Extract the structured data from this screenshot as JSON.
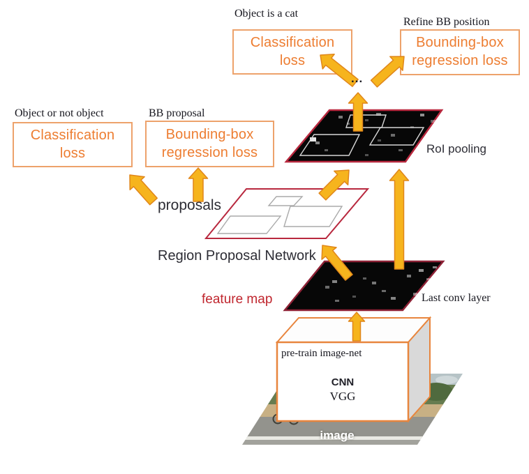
{
  "diagram": {
    "top_branch": {
      "classification_caption": "Object is a cat",
      "classification_box": "Classification\nloss",
      "bbox_caption": "Refine BB position",
      "bbox_box": "Bounding-box\nregression loss",
      "ellipsis": "..."
    },
    "rpn_branch": {
      "classification_caption": "Object or not object",
      "classification_box": "Classification\nloss",
      "bbox_caption": "BB proposal",
      "bbox_box": "Bounding-box\nregression loss",
      "proposals_label": "proposals",
      "rpn_label": "Region Proposal Network"
    },
    "roi_pooling_label": "RoI pooling",
    "feature_map_label": "feature map",
    "last_conv_label": "Last conv layer",
    "cnn_box": {
      "pretrain_label": "pre-train image-net",
      "cnn_label": "CNN",
      "vgg_label": "VGG"
    },
    "image_label": "image",
    "colors": {
      "box_border": "#eda26b",
      "box_text": "#ed7d31",
      "arrow_fill": "#f6b41d",
      "arrow_stroke": "#e0861a",
      "plane_border": "#b8283e",
      "feature_map_text": "#c0262e",
      "cnn_box_border": "#e8853d"
    }
  }
}
